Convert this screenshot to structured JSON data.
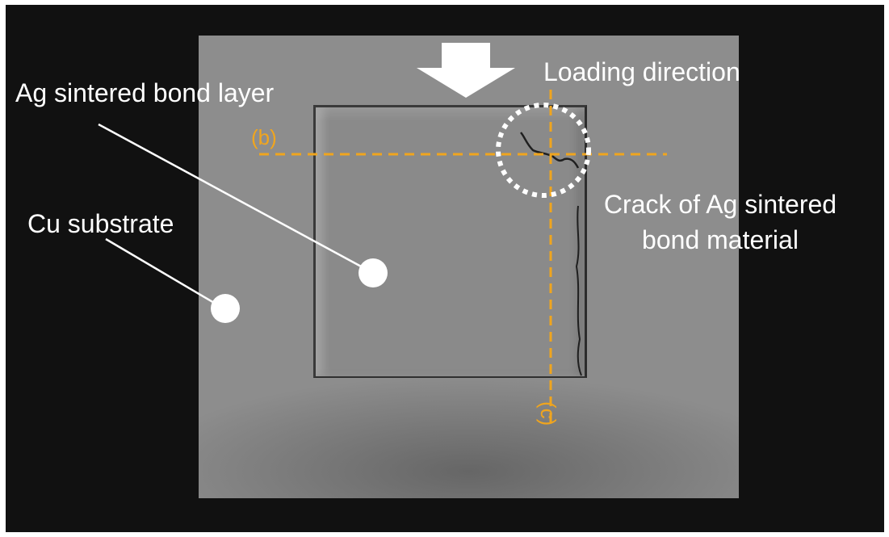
{
  "labels": {
    "ag_layer": "Ag sintered bond layer",
    "cu_substrate": "Cu substrate",
    "loading": "Loading direction",
    "crack_line1": "Crack of Ag sintered",
    "crack_line2": "bond material",
    "section_b": "(b)",
    "section_c": "(c)"
  },
  "colors": {
    "background_frame": "#111111",
    "substrate": "#8d8d8d",
    "annotation_white": "#ffffff",
    "section_line_yellow": "#f0a51e"
  },
  "icons": {
    "arrow": "down-arrow-icon",
    "marker": "circle-marker-icon",
    "crack_highlight": "dotted-circle-icon"
  }
}
